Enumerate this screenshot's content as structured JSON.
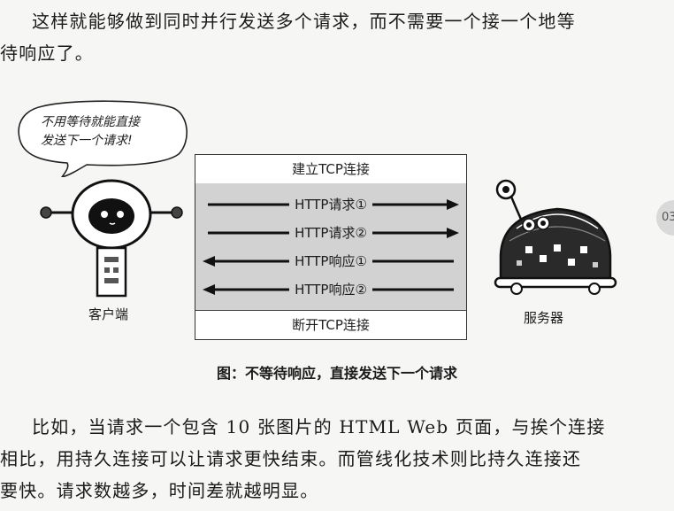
{
  "intro": {
    "line1": "这样就能够做到同时并行发送多个请求，而不需要一个接一个地等",
    "line2": "待响应了。"
  },
  "figure": {
    "bubble_line1": "不用等待就能直接",
    "bubble_line2": "发送下一个请求!",
    "client_label": "客户端",
    "server_label": "服务器",
    "open_label": "建立TCP连接",
    "close_label": "断开TCP连接",
    "messages": [
      {
        "label": "HTTP请求①",
        "direction": "right"
      },
      {
        "label": "HTTP请求②",
        "direction": "right"
      },
      {
        "label": "HTTP响应①",
        "direction": "left"
      },
      {
        "label": "HTTP响应②",
        "direction": "left"
      }
    ],
    "caption": "图：不等待响应，直接发送下一个请求"
  },
  "body": {
    "line1": "比如，当请求一个包含 10 张图片的 HTML Web 页面，与挨个连接",
    "line2": "相比，用持久连接可以让请求更快结束。而管线化技术则比持久连接还",
    "line3": "要快。请求数越多，时间差就越明显。"
  },
  "edge_tab": "03"
}
